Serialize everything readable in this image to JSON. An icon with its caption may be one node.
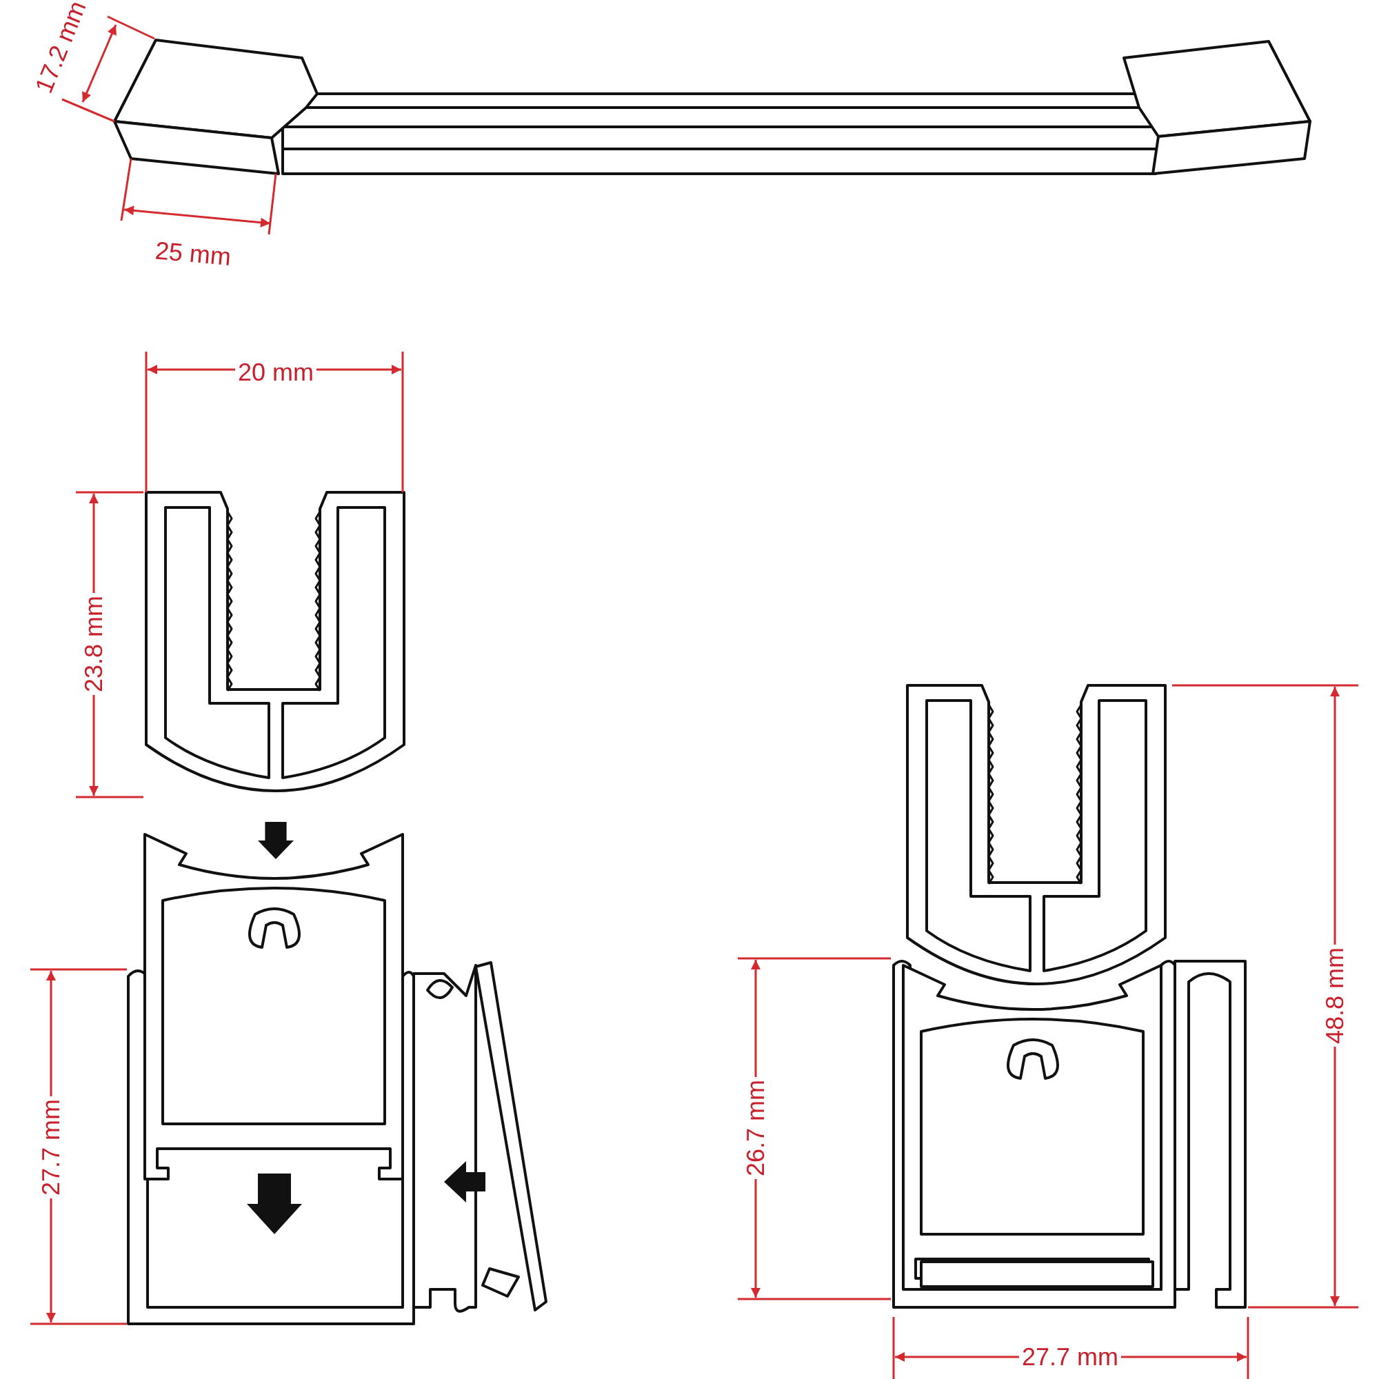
{
  "diagram": {
    "labels": [
      "17.2 mm",
      "25 mm",
      "20 mm",
      "23.8 mm",
      "27.7 mm",
      "26.7 mm",
      "48.8 mm",
      "27.7 mm"
    ]
  }
}
